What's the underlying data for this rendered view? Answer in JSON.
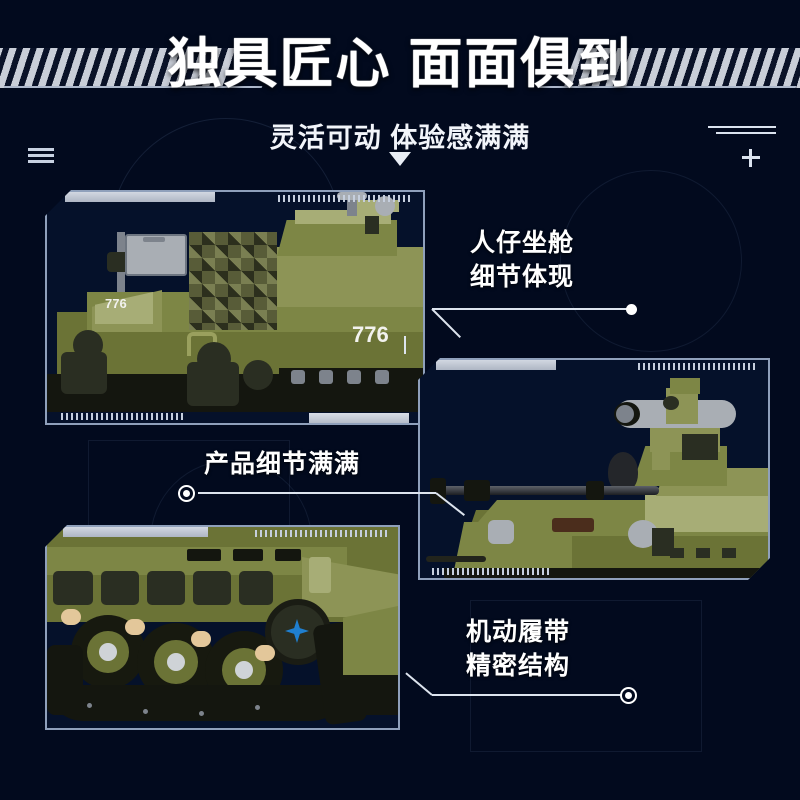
{
  "page": {
    "background_color": "#020a1e",
    "accent_color": "#dde4ee",
    "olive_color": "#6b7336"
  },
  "header": {
    "title": "独具匠心 面面俱到",
    "subtitle": "灵活可动 体验感满满",
    "triangle_icon": "triangle-down-icon",
    "left_stripe_icon": "diagonal-stripes-decor",
    "right_stripe_icon": "diagonal-stripes-decor"
  },
  "decorations": {
    "menu_icon": "hamburger-lines-icon",
    "plus_icon": "plus-icon",
    "right_lines_icon": "double-line-decor"
  },
  "panels": [
    {
      "id": "cockpit",
      "name": "panel-cockpit",
      "vehicle_number": "776",
      "vehicle_number_2": "776",
      "description": "军用装甲车驾驶舱与车体侧面"
    },
    {
      "id": "turret",
      "name": "panel-turret",
      "description": "炮塔主炮与导弹发射器"
    },
    {
      "id": "tracks",
      "name": "panel-tracks",
      "description": "履带负重轮传动结构"
    }
  ],
  "callouts": [
    {
      "id": "cockpit",
      "line1": "人仔坐舱",
      "line2": "细节体现",
      "marker": "dot-filled"
    },
    {
      "id": "detail",
      "line1": "产品细节满满",
      "line2": "",
      "marker": "dot-ring"
    },
    {
      "id": "tracks",
      "line1": "机动履带",
      "line2": "精密结构",
      "marker": "dot-ring"
    }
  ]
}
